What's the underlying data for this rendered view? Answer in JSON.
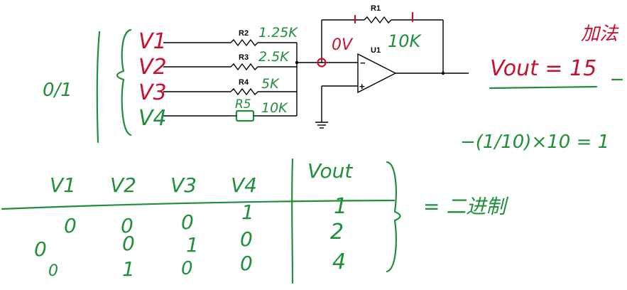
{
  "colors": {
    "green_ink": "#1f8f3a",
    "red_ink": "#c8102e",
    "wire": "#000000",
    "background": "#ffffff"
  },
  "circuit": {
    "opamp_label": "U1",
    "feedback_resistor": {
      "label": "R1",
      "value": "10K"
    },
    "resistors": [
      {
        "label": "R2",
        "value": "1.25K",
        "input": "V1"
      },
      {
        "label": "R3",
        "value": "2.5K",
        "input": "V2"
      },
      {
        "label": "R4",
        "value": "5K",
        "input": "V3"
      },
      {
        "label": "R5",
        "value": "10K",
        "input": "V4"
      }
    ],
    "minus_sign": "−",
    "plus_sign": "+",
    "node_voltage": "0V",
    "binary_note": "0/1",
    "corner_note": "加法"
  },
  "annotations": {
    "vout_eq": "Vout = 15",
    "formula": "−(1/10)×10 = 1",
    "binary_note_right": "= 二进制"
  },
  "table": {
    "headers": [
      "V1",
      "V2",
      "V3",
      "V4"
    ],
    "result_header": "Vout",
    "rows": [
      {
        "bits": [
          "0",
          "0",
          "0",
          "1"
        ],
        "vout": "1"
      },
      {
        "bits": [
          "0",
          "0",
          "1",
          "0"
        ],
        "vout": "2"
      },
      {
        "bits": [
          "0",
          "1",
          "0",
          "0"
        ],
        "vout": "4"
      }
    ]
  }
}
